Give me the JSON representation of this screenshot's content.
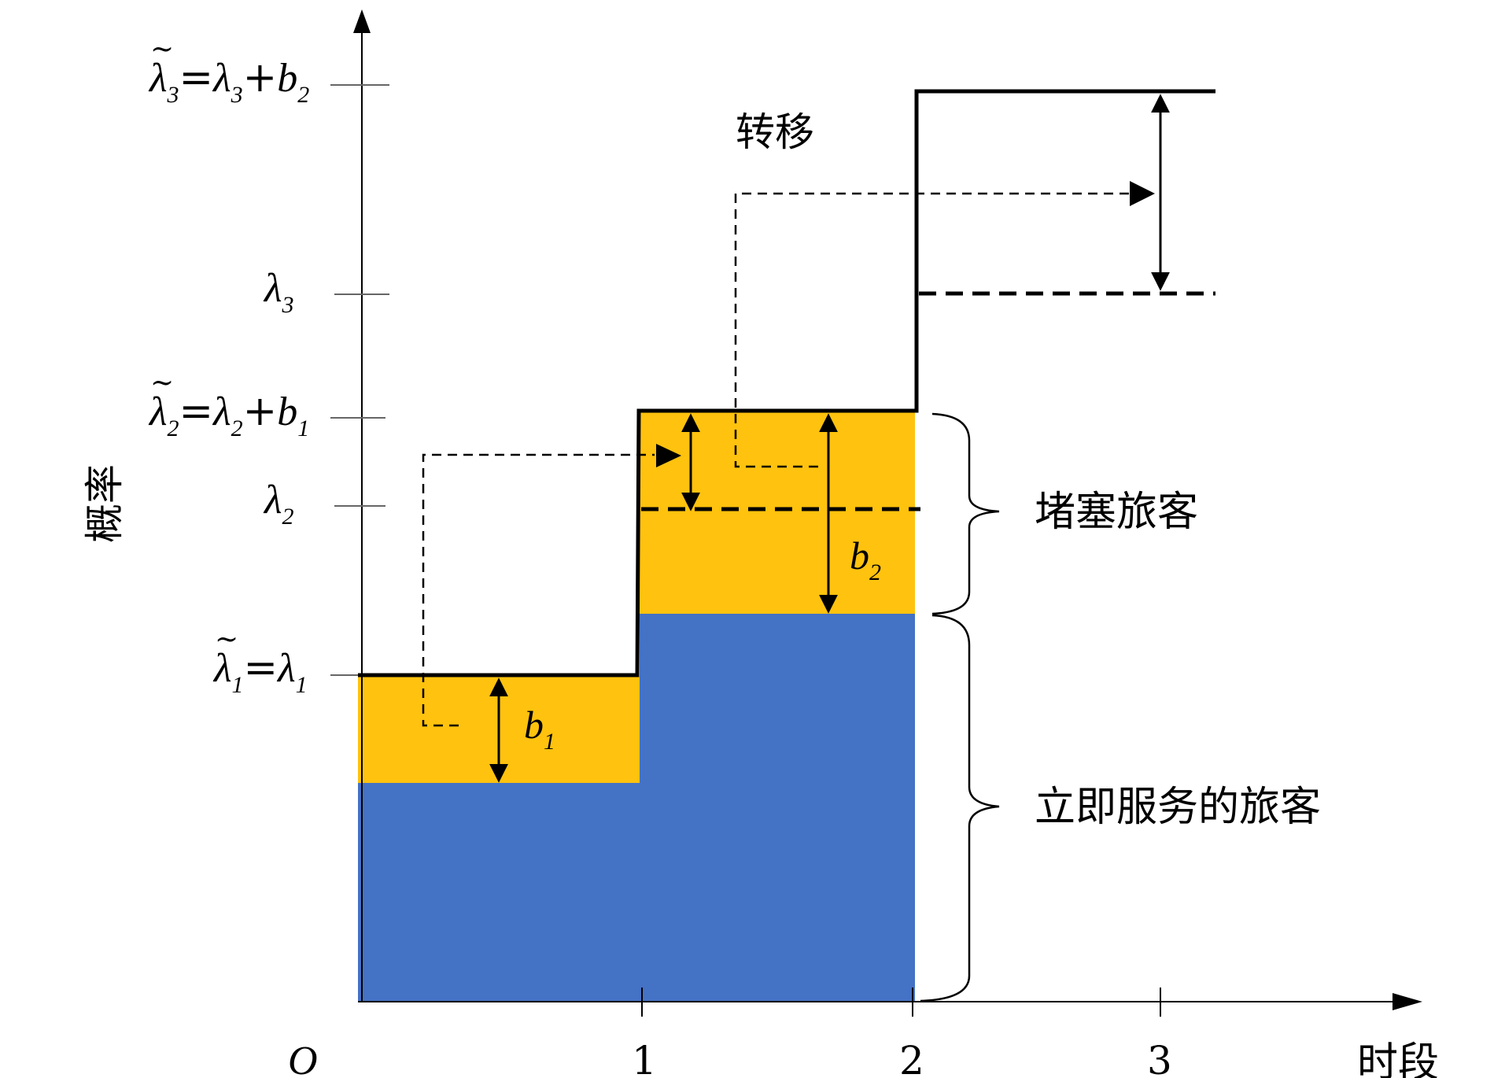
{
  "axes": {
    "y_label": "概率",
    "x_label": "时段",
    "origin": "O",
    "x_ticks": [
      "1",
      "2",
      "3"
    ]
  },
  "y_ticks": [
    {
      "sym": "λ",
      "tilde": true,
      "sub": "3",
      "eq": "=",
      "sym2": "λ",
      "sub2": "3",
      "plus": "+",
      "sym3": "b",
      "sub3": "2"
    },
    {
      "sym": "λ",
      "tilde": false,
      "sub": "3"
    },
    {
      "sym": "λ",
      "tilde": true,
      "sub": "2",
      "eq": "=",
      "sym2": "λ",
      "sub2": "2",
      "plus": "+",
      "sym3": "b",
      "sub3": "1"
    },
    {
      "sym": "λ",
      "tilde": false,
      "sub": "2"
    },
    {
      "sym": "λ",
      "tilde": true,
      "sub": "1",
      "eq": "=",
      "sym2": "λ",
      "sub2": "1"
    }
  ],
  "labels": {
    "transfer": "转移",
    "blocked": "堵塞旅客",
    "served": "立即服务的旅客",
    "b1_sym": "b",
    "b1_sub": "1",
    "b2_sym": "b",
    "b2_sub": "2"
  },
  "colors": {
    "served": "#4472C4",
    "blocked": "#FFC20E",
    "line": "#000000"
  }
}
